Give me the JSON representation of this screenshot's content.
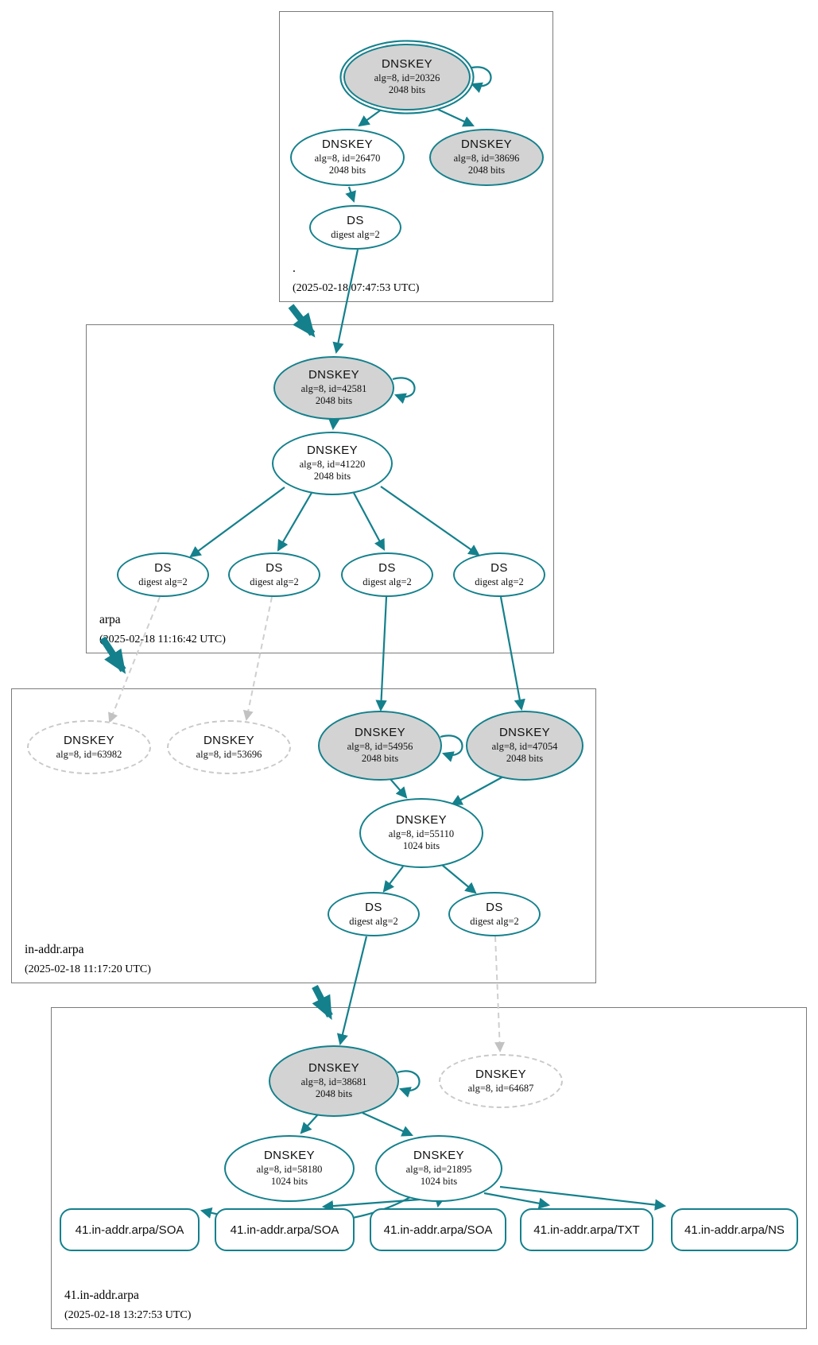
{
  "colors": {
    "edge_secure": "#14808C",
    "node_fill_key_signing": "#D3D3D3",
    "node_fill_normal": "#FFFFFF",
    "missing_gray": "#C9C9C9",
    "zone_border": "#7B7B7B"
  },
  "zones": [
    {
      "name": ".",
      "timestamp": "(2025-02-18 07:47:53 UTC)",
      "nodes": {
        "ksk_20326": {
          "label": "DNSKEY",
          "detail": "alg=8, id=20326",
          "bits": "2048 bits"
        },
        "zsk_26470": {
          "label": "DNSKEY",
          "detail": "alg=8, id=26470",
          "bits": "2048 bits"
        },
        "ksk_38696": {
          "label": "DNSKEY",
          "detail": "alg=8, id=38696",
          "bits": "2048 bits"
        },
        "ds": {
          "label": "DS",
          "detail": "digest alg=2"
        }
      }
    },
    {
      "name": "arpa",
      "timestamp": "(2025-02-18 11:16:42 UTC)",
      "nodes": {
        "ksk_42581": {
          "label": "DNSKEY",
          "detail": "alg=8, id=42581",
          "bits": "2048 bits"
        },
        "zsk_41220": {
          "label": "DNSKEY",
          "detail": "alg=8, id=41220",
          "bits": "2048 bits"
        },
        "ds1": {
          "label": "DS",
          "detail": "digest alg=2"
        },
        "ds2": {
          "label": "DS",
          "detail": "digest alg=2"
        },
        "ds3": {
          "label": "DS",
          "detail": "digest alg=2"
        },
        "ds4": {
          "label": "DS",
          "detail": "digest alg=2"
        }
      }
    },
    {
      "name": "in-addr.arpa",
      "timestamp": "(2025-02-18 11:17:20 UTC)",
      "nodes": {
        "missing_63982": {
          "label": "DNSKEY",
          "detail": "alg=8, id=63982"
        },
        "missing_53696": {
          "label": "DNSKEY",
          "detail": "alg=8, id=53696"
        },
        "ksk_54956": {
          "label": "DNSKEY",
          "detail": "alg=8, id=54956",
          "bits": "2048 bits"
        },
        "ksk_47054": {
          "label": "DNSKEY",
          "detail": "alg=8, id=47054",
          "bits": "2048 bits"
        },
        "zsk_55110": {
          "label": "DNSKEY",
          "detail": "alg=8, id=55110",
          "bits": "1024 bits"
        },
        "ds1": {
          "label": "DS",
          "detail": "digest alg=2"
        },
        "ds2": {
          "label": "DS",
          "detail": "digest alg=2"
        }
      }
    },
    {
      "name": "41.in-addr.arpa",
      "timestamp": "(2025-02-18 13:27:53 UTC)",
      "nodes": {
        "ksk_38681": {
          "label": "DNSKEY",
          "detail": "alg=8, id=38681",
          "bits": "2048 bits"
        },
        "missing_64687": {
          "label": "DNSKEY",
          "detail": "alg=8, id=64687"
        },
        "zsk_58180": {
          "label": "DNSKEY",
          "detail": "alg=8, id=58180",
          "bits": "1024 bits"
        },
        "zsk_21895": {
          "label": "DNSKEY",
          "detail": "alg=8, id=21895",
          "bits": "1024 bits"
        }
      },
      "rrsets": [
        "41.in-addr.arpa/SOA",
        "41.in-addr.arpa/SOA",
        "41.in-addr.arpa/SOA",
        "41.in-addr.arpa/TXT",
        "41.in-addr.arpa/NS"
      ]
    }
  ]
}
